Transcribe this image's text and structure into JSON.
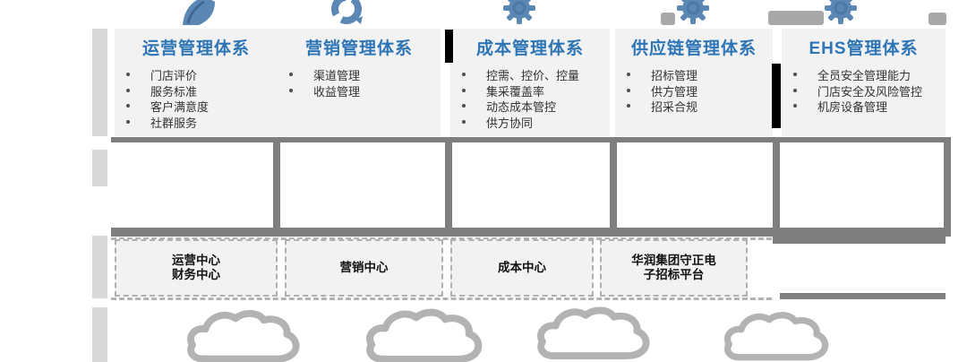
{
  "columns": [
    {
      "title": "运营管理体系",
      "icon": "wing-icon",
      "bullets": [
        "门店评价",
        "服务标准",
        "客户满意度",
        "社群服务"
      ]
    },
    {
      "title": "营销管理体系",
      "icon": "refresh-icon",
      "bullets": [
        "渠道管理",
        "收益管理"
      ]
    },
    {
      "title": "成本管理体系",
      "icon": "gear-icon",
      "bullets": [
        "控需、控价、控量",
        "集采覆盖率",
        "动态成本管控",
        "供方协同"
      ]
    },
    {
      "title": "供应链管理体系",
      "icon": "gear-icon",
      "bullets": [
        "招标管理",
        "供方管理",
        "招采合规"
      ]
    },
    {
      "title": "EHS管理体系",
      "icon": "gear-icon",
      "bullets": [
        "全员安全管理能力",
        "门店安全及风险管控",
        "机房设备管理"
      ]
    }
  ],
  "platforms": [
    {
      "line1": "运营中心",
      "line2": "财务中心"
    },
    {
      "line1": "营销中心",
      "line2": ""
    },
    {
      "line1": "成本中心",
      "line2": ""
    },
    {
      "line1": "华润集团守正电",
      "line2": "子招标平台"
    }
  ],
  "colors": {
    "title_blue": "#2e75b6",
    "panel_bg": "#f2f2f2",
    "band_gray": "#7f7f7f",
    "sidebar_gray": "#d9d9d9",
    "dash_gray": "#b0b0b0",
    "cloud_gray": "#b3b3b3",
    "icon_blue": "#5b87b4",
    "redaction_black": "#000000"
  }
}
